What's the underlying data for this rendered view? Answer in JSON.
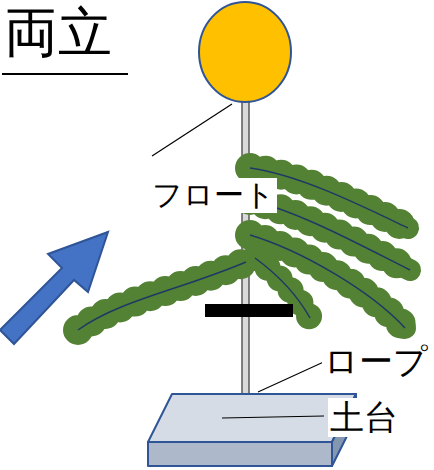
{
  "diagram": {
    "labels": [
      "両立",
      "フロート",
      "ロープ",
      "土台"
    ]
  }
}
